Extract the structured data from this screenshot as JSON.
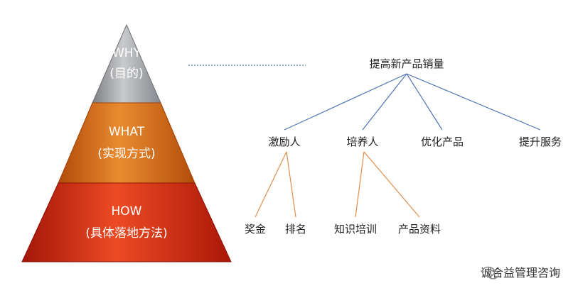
{
  "pyramid": {
    "levels": [
      {
        "title": "WHY",
        "subtitle": "(目的)"
      },
      {
        "title": "WHAT",
        "subtitle": "(实现方式)"
      },
      {
        "title": "HOW",
        "subtitle": "(具体落地方法)"
      }
    ]
  },
  "tree": {
    "root": "提高新产品销量",
    "branches": [
      "激励人",
      "培养人",
      "优化产品",
      "提升服务"
    ],
    "leaves": [
      "奖金",
      "排名",
      "知识培训",
      "产品资料"
    ]
  },
  "watermark": {
    "text": "诚合益管理咨询"
  },
  "colors": {
    "pyramid_top": "#9ea0a4",
    "pyramid_middle": "#d86a18",
    "pyramid_bottom": "#cf2a12",
    "upper_links": "#4f73b5",
    "lower_links": "#e08e4c"
  }
}
